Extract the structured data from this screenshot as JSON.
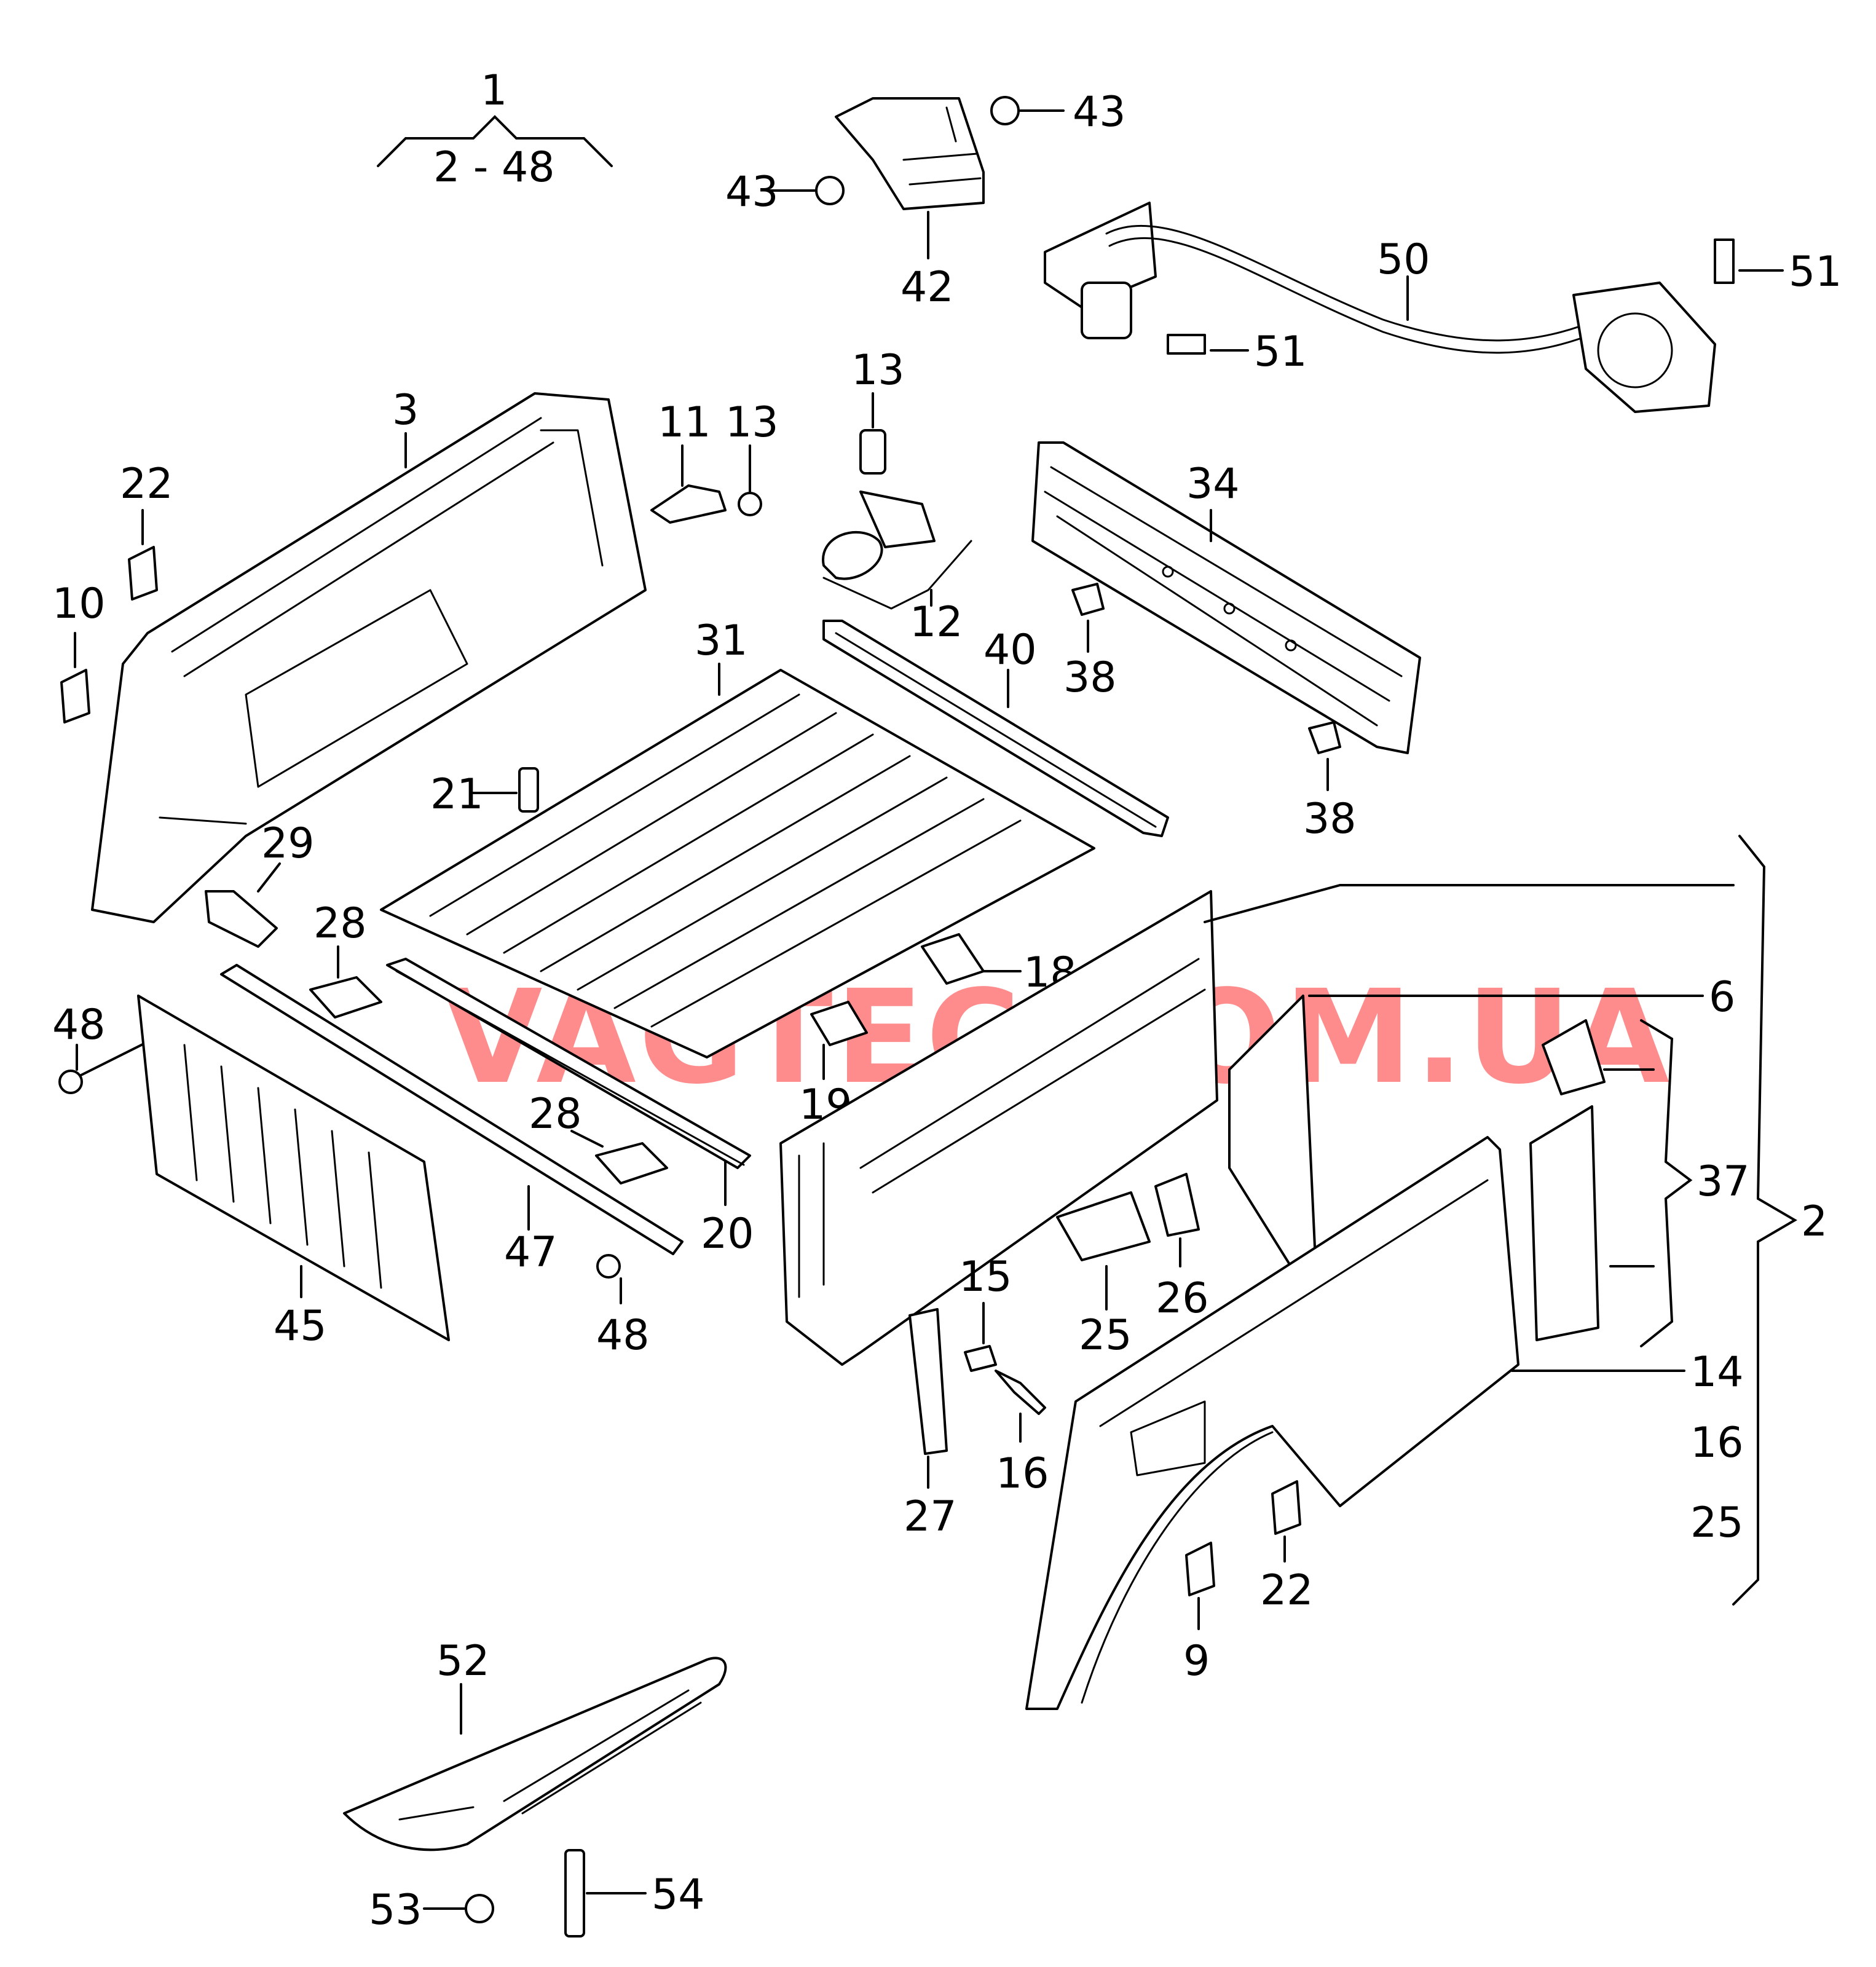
{
  "diagram": {
    "group_title": "1",
    "group_range": "2 - 48",
    "watermark": "VAGTEC.COM.UA",
    "labels": {
      "l2": "2",
      "l3": "3",
      "l6": "6",
      "l9": "9",
      "l10": "10",
      "l11": "11",
      "l12": "12",
      "l13a": "13",
      "l13b": "13",
      "l14": "14",
      "l15": "15",
      "l16a": "16",
      "l16b": "16",
      "l18": "18",
      "l19": "19",
      "l20": "20",
      "l21": "21",
      "l22a": "22",
      "l22b": "22",
      "l25a": "25",
      "l25b": "25",
      "l26": "26",
      "l27": "27",
      "l28a": "28",
      "l28b": "28",
      "l29": "29",
      "l31": "31",
      "l34": "34",
      "l37": "37",
      "l38a": "38",
      "l38b": "38",
      "l40": "40",
      "l42": "42",
      "l43a": "43",
      "l43b": "43",
      "l45": "45",
      "l47": "47",
      "l48a": "48",
      "l48b": "48",
      "l50": "50",
      "l51a": "51",
      "l51b": "51",
      "l52": "52",
      "l53": "53",
      "l54": "54"
    }
  }
}
